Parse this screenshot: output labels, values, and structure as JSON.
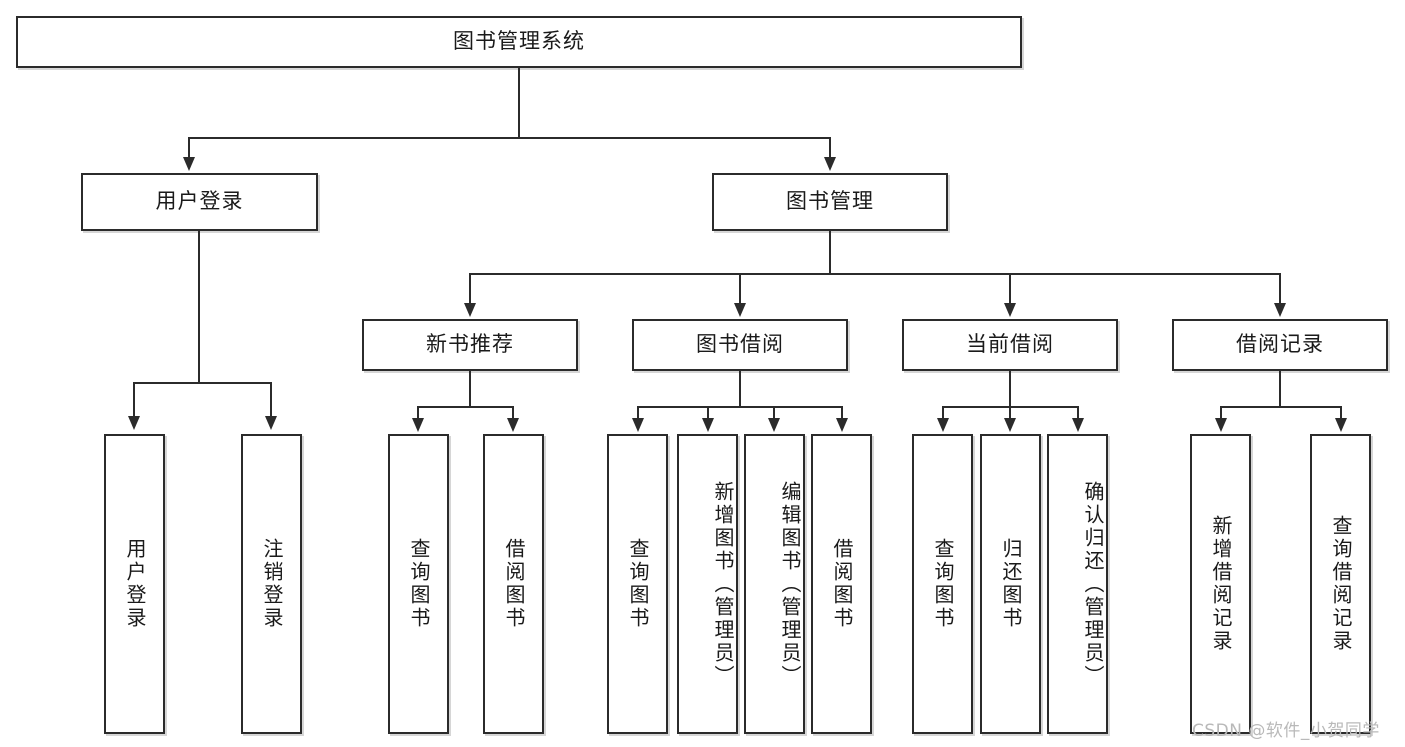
{
  "diagram": {
    "type": "tree-hierarchy-functional-decomposition",
    "root": {
      "label": "图书管理系统"
    },
    "level2": [
      {
        "label": "用户登录"
      },
      {
        "label": "图书管理"
      }
    ],
    "level3": [
      {
        "label": "新书推荐"
      },
      {
        "label": "图书借阅"
      },
      {
        "label": "当前借阅"
      },
      {
        "label": "借阅记录"
      }
    ],
    "leaves": {
      "user_login": [
        {
          "label": "用户登录"
        },
        {
          "label": "注销登录"
        }
      ],
      "new_book_recommend": [
        {
          "label": "查询图书"
        },
        {
          "label": "借阅图书"
        }
      ],
      "book_borrow": [
        {
          "label": "查询图书"
        },
        {
          "label": "新增图书（管理员）"
        },
        {
          "label": "编辑图书（管理员）"
        },
        {
          "label": "借阅图书"
        }
      ],
      "current_borrow": [
        {
          "label": "查询图书"
        },
        {
          "label": "归还图书"
        },
        {
          "label": "确认归还（管理员）"
        }
      ],
      "borrow_record": [
        {
          "label": "新增借阅记录"
        },
        {
          "label": "查询借阅记录"
        }
      ]
    }
  },
  "watermark": {
    "text": "CSDN @软件_小贺同学"
  },
  "colors": {
    "stroke": "#2b2b2b",
    "fill": "#ffffff",
    "text": "#1a1a1a",
    "watermark": "#b9b9b9"
  }
}
